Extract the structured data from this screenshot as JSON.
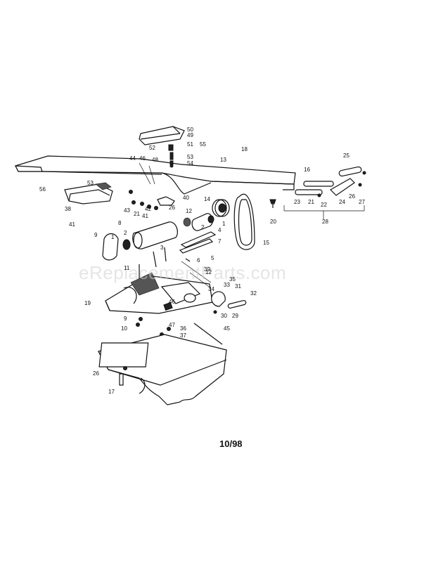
{
  "watermark": "eReplacementParts.com",
  "date_code": "10/98",
  "part_labels": [
    "1",
    "2",
    "3",
    "4",
    "5",
    "6",
    "7",
    "8",
    "9",
    "10",
    "11",
    "12",
    "13",
    "14",
    "15",
    "16",
    "17",
    "18",
    "19",
    "20",
    "21",
    "22",
    "23",
    "24",
    "25",
    "26",
    "27",
    "28",
    "29",
    "30",
    "31",
    "32",
    "33",
    "34",
    "35",
    "36",
    "37",
    "38",
    "39",
    "40",
    "41",
    "42",
    "43",
    "44",
    "45",
    "46",
    "47",
    "48",
    "49",
    "50",
    "51",
    "52",
    "53",
    "54",
    "55",
    "56"
  ]
}
